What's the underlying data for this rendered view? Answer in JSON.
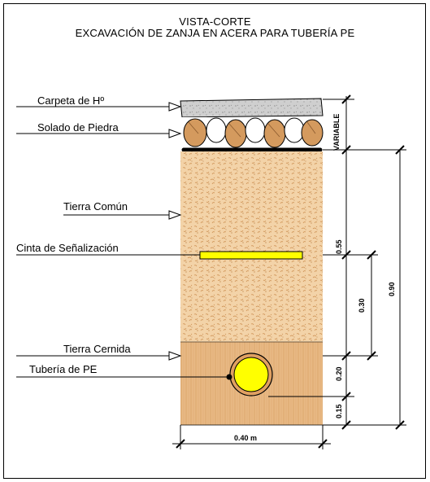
{
  "title": {
    "line1": "VISTA-CORTE",
    "line2": "EXCAVACIÓN DE ZANJA EN ACERA PARA TUBERÍA PE"
  },
  "layers": {
    "carpeta": "Carpeta de Hº",
    "solado": "Solado de Piedra",
    "tierra_comun": "Tierra Común",
    "cinta": "Cinta de Señalización",
    "tierra_cernida": "Tierra Cernida",
    "tuberia": "Tubería de PE"
  },
  "dimensions": {
    "variable": "VARIABLE",
    "d055": "0.55",
    "d030": "0.30",
    "d090": "0.90",
    "d020": "0.20",
    "d015": "0.15",
    "width": "0.40 m"
  },
  "colors": {
    "soil": "#f0c996",
    "soil_dark": "#c98a4b",
    "sifted": "#e5b583",
    "concrete": "#c8c8c8",
    "stone": "#d59a60",
    "tape": "#ffff00",
    "pipe": "#ffff00"
  }
}
